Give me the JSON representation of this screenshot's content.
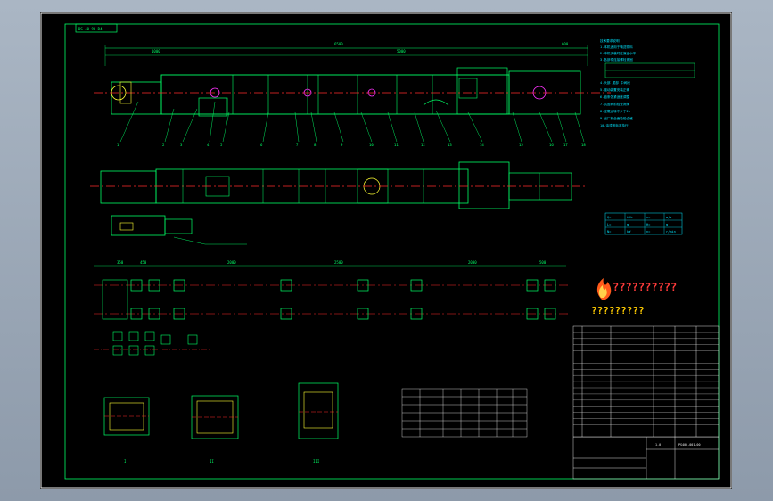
{
  "drawing_code_box": "DS-40-90-D4",
  "title_code": "PS400-001-00",
  "part_qty": "1.0",
  "logo_text": "??????????",
  "logo_subtext": "?????????",
  "note_lines": [
    "技术要求说明",
    "1.本机适用于输送物料",
    "2.本机安装时应保证水平",
    "3.各部件连接螺栓紧固",
    "4.头部 尾部 中间段",
    "5.驱动装置安装正确",
    "6.链条张紧适度调整",
    "7.试运转前检查润滑",
    "8.空载运转不少于2h",
    "9.出厂前全面检验合格",
    "10.涂漆按标准执行"
  ],
  "param_table_rows": [
    [
      "Q=",
      "t/h",
      "v=",
      "m/s"
    ],
    [
      "L=",
      "m",
      "H=",
      "m"
    ],
    [
      "N=",
      "kW",
      "n=",
      "r/min"
    ]
  ],
  "section_labels": [
    "I",
    "II",
    "III"
  ],
  "dims_top": [
    "1000",
    "6500",
    "5000",
    "600"
  ],
  "dims_plan": [
    "350",
    "450",
    "2000",
    "2500",
    "2000",
    "500"
  ],
  "callouts_top": [
    "1",
    "2",
    "3",
    "4",
    "5",
    "6",
    "7",
    "8",
    "9",
    "10",
    "11",
    "12",
    "13",
    "14",
    "15",
    "16",
    "17",
    "18"
  ],
  "colors": {
    "line_green": "#00ff66",
    "line_white": "#f0f0f0",
    "line_cyan": "#00e5ff",
    "line_yellow": "#ffff33",
    "line_red": "#ff2a2a",
    "line_magenta": "#ff33ff",
    "background": "#000000"
  }
}
